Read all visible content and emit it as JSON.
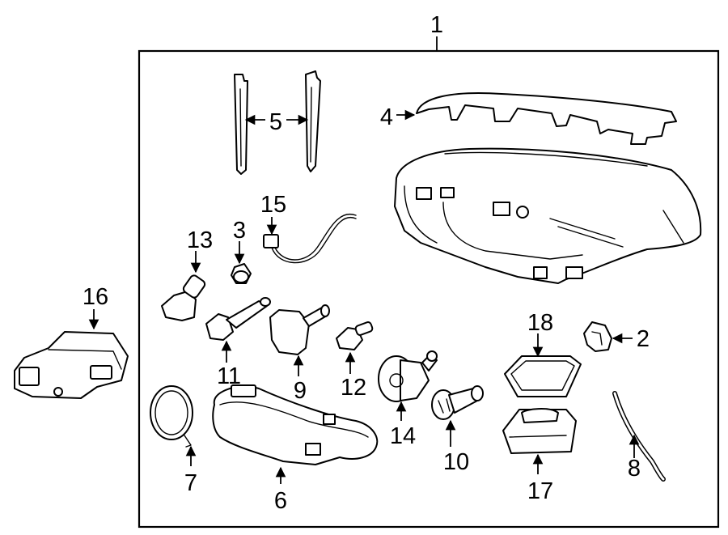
{
  "diagram": {
    "callouts": [
      {
        "id": "1",
        "label": "1"
      },
      {
        "id": "2",
        "label": "2"
      },
      {
        "id": "3",
        "label": "3"
      },
      {
        "id": "4",
        "label": "4"
      },
      {
        "id": "5",
        "label": "5"
      },
      {
        "id": "6",
        "label": "6"
      },
      {
        "id": "7",
        "label": "7"
      },
      {
        "id": "8",
        "label": "8"
      },
      {
        "id": "9",
        "label": "9"
      },
      {
        "id": "10",
        "label": "10"
      },
      {
        "id": "11",
        "label": "11"
      },
      {
        "id": "12",
        "label": "12"
      },
      {
        "id": "13",
        "label": "13"
      },
      {
        "id": "14",
        "label": "14"
      },
      {
        "id": "15",
        "label": "15"
      },
      {
        "id": "16",
        "label": "16"
      },
      {
        "id": "17",
        "label": "17"
      },
      {
        "id": "18",
        "label": "18"
      }
    ],
    "line_color": "#000000",
    "background_color": "#ffffff"
  }
}
